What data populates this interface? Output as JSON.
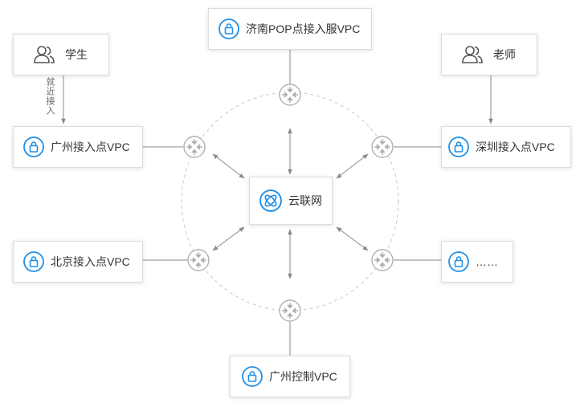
{
  "nodes": {
    "student": "学生",
    "teacher": "老师",
    "jinan": "济南POP点接入服VPC",
    "guangzhou_access": "广州接入点VPC",
    "shenzhen_access": "深圳接入点VPC",
    "beijing_access": "北京接入点VPC",
    "more": "……",
    "ccn": "云联网",
    "guangzhou_control": "广州控制VPC"
  },
  "student_link_label": "就近接入",
  "icons": {
    "vpc": "vpc-lock-icon",
    "user": "users-icon",
    "router": "router-icon",
    "ccn": "ccn-atom-icon"
  },
  "colors": {
    "accent": "#1f8fe6",
    "line": "#8a8a8a",
    "router": "#b0b0b0",
    "ring": "#c8c8c8"
  }
}
